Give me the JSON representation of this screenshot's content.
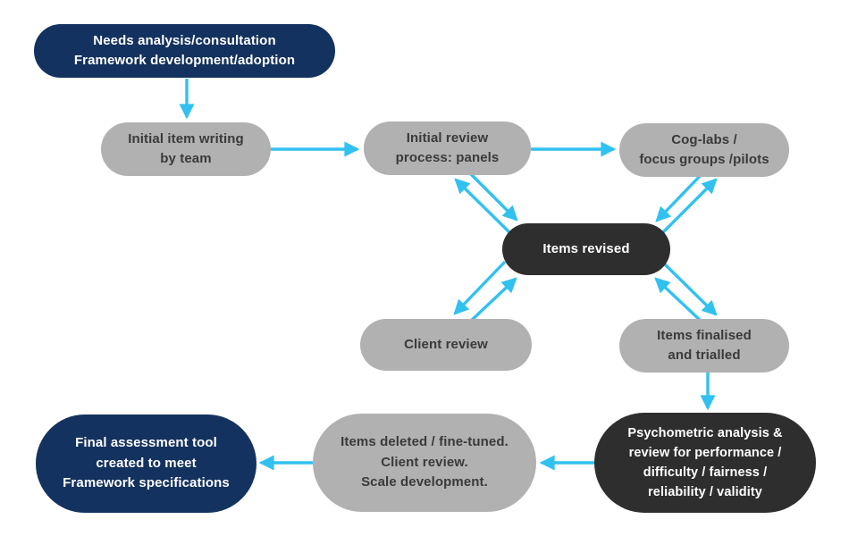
{
  "diagram": {
    "colors": {
      "navy": "#14325f",
      "gray": "#b2b1b1",
      "dark": "#2e2e2e",
      "arrow": "#31c1f0",
      "text_on_gray": "#3a3a3a",
      "text_on_dark": "#ffffff",
      "background": "#ffffff"
    },
    "nodes": {
      "needs_framework": {
        "style": "navy",
        "lines": [
          "Needs analysis/consultation",
          "Framework development/adoption"
        ]
      },
      "initial_item_writing": {
        "style": "gray",
        "lines": [
          "Initial item writing",
          "by team"
        ]
      },
      "initial_review_panels": {
        "style": "gray",
        "lines": [
          "Initial review",
          "process: panels"
        ]
      },
      "cog_labs": {
        "style": "gray",
        "lines": [
          "Cog-labs /",
          "focus groups /pilots"
        ]
      },
      "items_revised": {
        "style": "dark",
        "lines": [
          "Items revised"
        ]
      },
      "client_review": {
        "style": "gray",
        "lines": [
          "Client review"
        ]
      },
      "items_finalised": {
        "style": "gray",
        "lines": [
          "Items finalised",
          "and trialled"
        ]
      },
      "psychometric_analysis": {
        "style": "dark",
        "lines": [
          "Psychometric analysis &",
          "review for performance /",
          "difficulty / fairness /",
          "reliability / validity"
        ]
      },
      "items_deleted": {
        "style": "gray",
        "lines": [
          "Items deleted / fine-tuned.",
          "Client review.",
          "Scale development."
        ]
      },
      "final_assessment_tool": {
        "style": "navy",
        "lines": [
          "Final assessment tool",
          "created to meet",
          "Framework specifications"
        ]
      }
    },
    "edges": [
      {
        "from": "needs_framework",
        "to": "initial_item_writing",
        "bidirectional": false
      },
      {
        "from": "initial_item_writing",
        "to": "initial_review_panels",
        "bidirectional": false
      },
      {
        "from": "initial_review_panels",
        "to": "cog_labs",
        "bidirectional": false
      },
      {
        "from": "initial_review_panels",
        "to": "items_revised",
        "bidirectional": true
      },
      {
        "from": "cog_labs",
        "to": "items_revised",
        "bidirectional": true
      },
      {
        "from": "items_revised",
        "to": "client_review",
        "bidirectional": true
      },
      {
        "from": "items_revised",
        "to": "items_finalised",
        "bidirectional": true
      },
      {
        "from": "items_finalised",
        "to": "psychometric_analysis",
        "bidirectional": false
      },
      {
        "from": "psychometric_analysis",
        "to": "items_deleted",
        "bidirectional": false
      },
      {
        "from": "items_deleted",
        "to": "final_assessment_tool",
        "bidirectional": false
      }
    ]
  }
}
